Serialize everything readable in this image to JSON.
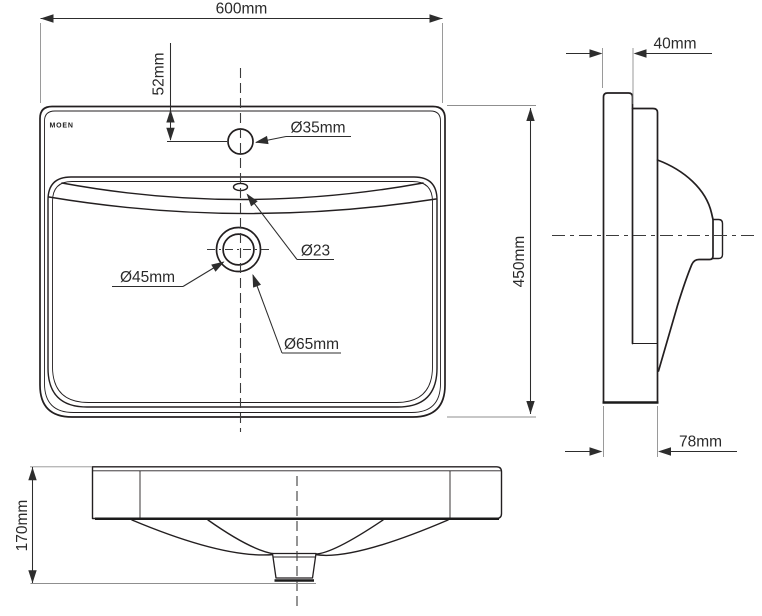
{
  "drawing": {
    "brand": "MOEN",
    "front_view": {
      "width": "600mm",
      "height": "450mm",
      "faucet_offset": "52mm",
      "faucet_hole": "Ø35mm",
      "overflow_hole": "Ø23",
      "drain_inner": "Ø45mm",
      "drain_outer": "Ø65mm"
    },
    "side_view": {
      "top_depth": "40mm",
      "bottom_depth": "78mm"
    },
    "front_elevation": {
      "height": "170mm"
    },
    "colors": {
      "line": "#231f20",
      "dimension": "#2d2d2d",
      "extension": "#8f8f8f",
      "background": "#ffffff"
    }
  }
}
